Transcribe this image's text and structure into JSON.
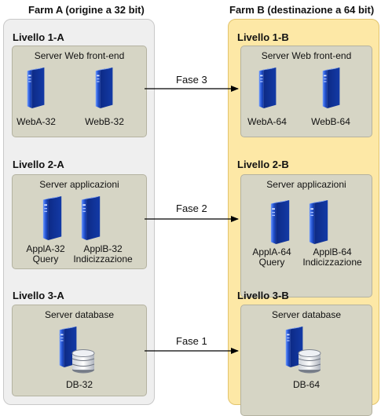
{
  "farm_a": {
    "title": "Farm A (origine a 32 bit)",
    "tiers": [
      {
        "label": "Livello 1-A",
        "group": "Server Web front-end",
        "nodes": [
          {
            "line1": "WebA-32",
            "line2": ""
          },
          {
            "line1": "WebB-32",
            "line2": ""
          }
        ]
      },
      {
        "label": "Livello 2-A",
        "group": "Server applicazioni",
        "nodes": [
          {
            "line1": "ApplA-32",
            "line2": "Query"
          },
          {
            "line1": "ApplB-32",
            "line2": "Indicizzazione"
          }
        ]
      },
      {
        "label": "Livello 3-A",
        "group": "Server database",
        "nodes": [
          {
            "line1": "DB-32",
            "line2": ""
          }
        ]
      }
    ]
  },
  "farm_b": {
    "title": "Farm B (destinazione a 64 bit)",
    "tiers": [
      {
        "label": "Livello 1-B",
        "group": "Server Web front-end",
        "nodes": [
          {
            "line1": "WebA-64",
            "line2": ""
          },
          {
            "line1": "WebB-64",
            "line2": ""
          }
        ]
      },
      {
        "label": "Livello 2-B",
        "group": "Server applicazioni",
        "nodes": [
          {
            "line1": "ApplA-64",
            "line2": "Query"
          },
          {
            "line1": "ApplB-64",
            "line2": "Indicizzazione"
          }
        ]
      },
      {
        "label": "Livello 3-B",
        "group": "Server database",
        "nodes": [
          {
            "line1": "DB-64",
            "line2": ""
          }
        ]
      }
    ]
  },
  "phases": [
    "Fase 3",
    "Fase 2",
    "Fase 1"
  ],
  "colors": {
    "farm_a_bg": "#efefef",
    "farm_b_bg": "#fde8a6",
    "group_bg": "#d6d5c5",
    "server_blue": "#1c46b8"
  },
  "icons": {
    "server": "server-icon",
    "database": "database-server-icon"
  }
}
